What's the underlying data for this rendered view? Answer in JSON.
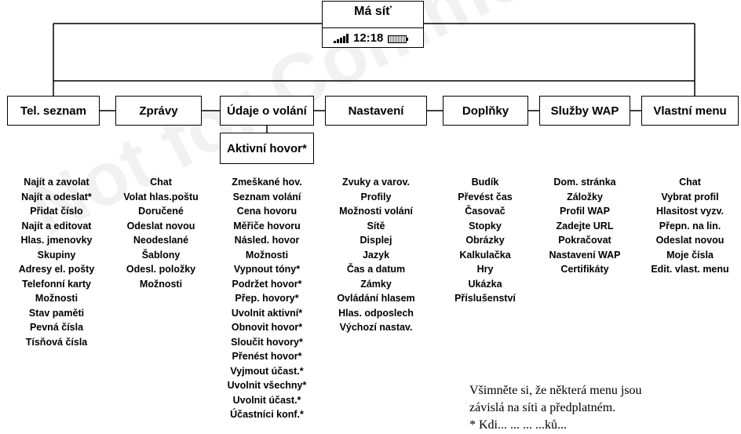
{
  "phone": {
    "title": "Má síť",
    "time": "12:18",
    "signal_icon": "signal-bars-icon",
    "battery_icon": "battery-icon"
  },
  "menus": [
    {
      "label": "Tel. seznam",
      "items": [
        "Najít a zavolat",
        "Najít a odeslat*",
        "Přidat číslo",
        "Najít a editovat",
        "Hlas. jmenovky",
        "Skupiny",
        "Adresy el. pošty",
        "Telefonní karty",
        "Možnosti",
        "Stav paměti",
        "Pevná čísla",
        "Tísňová čísla"
      ]
    },
    {
      "label": "Zprávy",
      "items": [
        "Chat",
        "Volat hlas.poštu",
        "Doručené",
        "Odeslat novou",
        "Neodeslané",
        "Šablony",
        "Odesl. položky",
        "Možnosti"
      ]
    },
    {
      "label": "Údaje o volání",
      "sub_label": "Aktivní hovor*",
      "items": [
        "Zmeškané hov.",
        "Seznam volání",
        "Cena hovoru",
        "Měřiče hovoru",
        "Násled. hovor",
        "Možnosti",
        "Vypnout tóny*",
        "Podržet hovor*",
        "Přep. hovory*",
        "Uvolnit aktivní*",
        "Obnovit hovor*",
        "Sloučit hovory*",
        "Přenést hovor*",
        "Vyjmout účast.*",
        "Uvolnit všechny*",
        "Uvolnit účast.*",
        "Účastníci konf.*"
      ]
    },
    {
      "label": "Nastavení",
      "items": [
        "Zvuky a varov.",
        "Profily",
        "Možnosti volání",
        "Sítě",
        "Displej",
        "Jazyk",
        "Čas a datum",
        "Zámky",
        "Ovládání hlasem",
        "Hlas. odposlech",
        "Výchozí nastav."
      ]
    },
    {
      "label": "Doplňky",
      "items": [
        "Budík",
        "Převést čas",
        "Časovač",
        "Stopky",
        "Obrázky",
        "Kalkulačka",
        "Hry",
        "Ukázka",
        "Příslušenství"
      ]
    },
    {
      "label": "Služby WAP",
      "items": [
        "Dom. stránka",
        "Záložky",
        "Profil WAP",
        "Zadejte URL",
        "Pokračovat",
        "Nastavení WAP",
        "Certifikáty"
      ]
    },
    {
      "label": "Vlastní menu",
      "items": [
        "Chat",
        "Vybrat profil",
        "Hlasitost vyzv.",
        "Přepn. na lin.",
        "Odeslat novou",
        "Moje čísla",
        "Edit. vlast. menu"
      ]
    }
  ],
  "note": {
    "line1": "Všimněte si, že některá menu jsou",
    "line2": "závislá na síti a předplatném.",
    "line3": "* Kdi... ... ... ...ků..."
  },
  "watermark": "Not for Commercial Use"
}
